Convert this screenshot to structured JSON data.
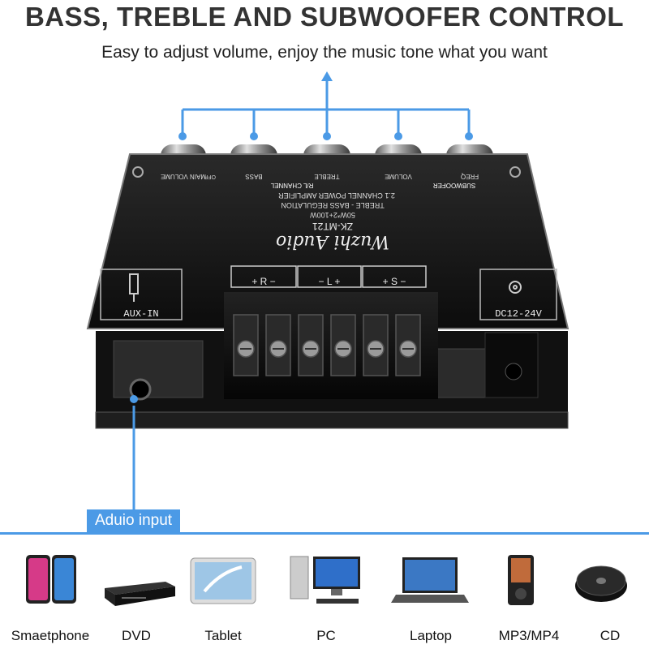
{
  "header": {
    "title": "BASS, TREBLE AND SUBWOOFER CONTROL",
    "subtitle": "Easy to adjust volume, enjoy the music tone what you want"
  },
  "board": {
    "model": "ZK-MT21",
    "brand": "Wuzhi Audio",
    "power": "50W*2+100W",
    "description1": "TREBLE - BASS REGULATION",
    "description2": "2.1 CHANNEL POWER AMPLIFIER",
    "knobs": [
      "MAIN VOLUME",
      "BASS",
      "TREBLE",
      "VOLUME",
      "FREQ"
    ],
    "group_left": "R/L CHANNEL",
    "group_right": "SUBWOOFER",
    "off_label": "OFF",
    "speaker_labels": [
      "+ R −",
      "− L +",
      "+ S −"
    ],
    "aux_label": "AUX-IN",
    "dc_label": "DC12-24V"
  },
  "input_label": "Aduio input",
  "devices": [
    {
      "label": "Smaetphone",
      "icon": "smartphone-icon"
    },
    {
      "label": "DVD",
      "icon": "dvd-player-icon"
    },
    {
      "label": "Tablet",
      "icon": "tablet-icon"
    },
    {
      "label": "PC",
      "icon": "pc-icon"
    },
    {
      "label": "Laptop",
      "icon": "laptop-icon"
    },
    {
      "label": "MP3/MP4",
      "icon": "mp3-player-icon"
    },
    {
      "label": "CD",
      "icon": "cd-player-icon"
    }
  ],
  "colors": {
    "accent": "#4b9ae6",
    "board": "#141414",
    "text": "#333333"
  }
}
